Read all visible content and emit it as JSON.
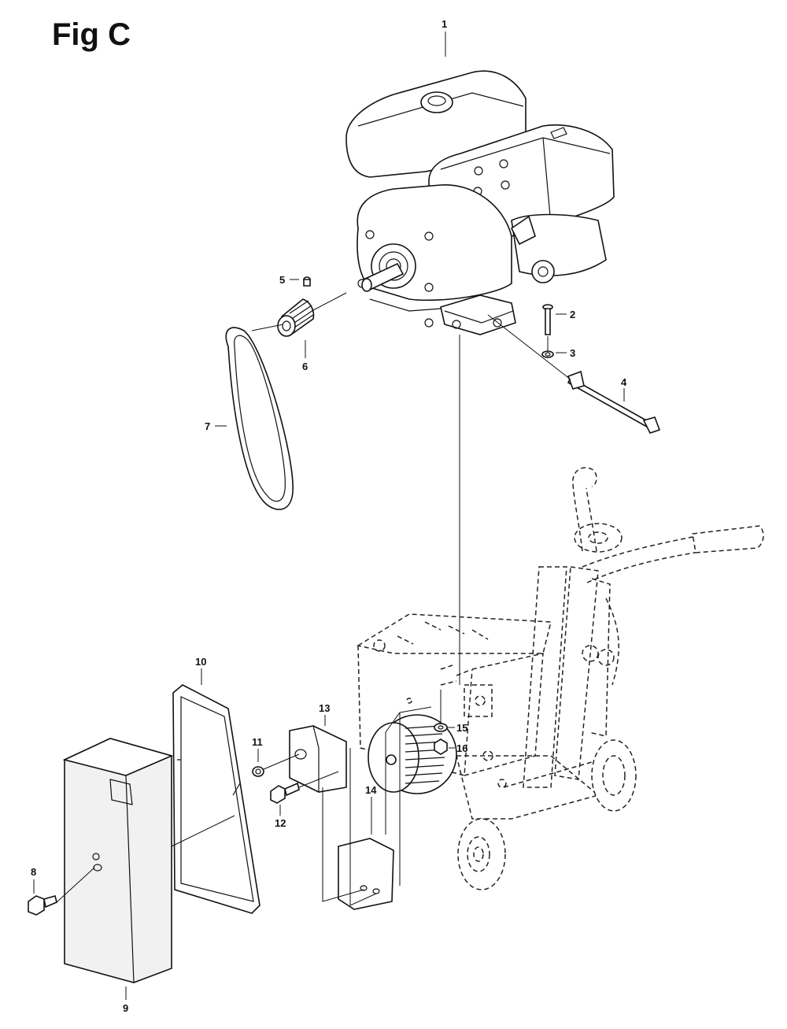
{
  "figure": {
    "title": "Fig C"
  },
  "callouts": [
    {
      "id": "1",
      "part": "engine"
    },
    {
      "id": "2",
      "part": "bolt"
    },
    {
      "id": "3",
      "part": "washer"
    },
    {
      "id": "4",
      "part": "shaft-rod"
    },
    {
      "id": "5",
      "part": "set-screw"
    },
    {
      "id": "6",
      "part": "pulley"
    },
    {
      "id": "7",
      "part": "v-belt"
    },
    {
      "id": "8",
      "part": "bolt"
    },
    {
      "id": "9",
      "part": "belt-guard"
    },
    {
      "id": "10",
      "part": "gasket-frame"
    },
    {
      "id": "11",
      "part": "washer"
    },
    {
      "id": "12",
      "part": "bolt"
    },
    {
      "id": "13",
      "part": "bracket"
    },
    {
      "id": "14",
      "part": "plate"
    },
    {
      "id": "15",
      "part": "washer"
    },
    {
      "id": "16",
      "part": "nut"
    }
  ]
}
